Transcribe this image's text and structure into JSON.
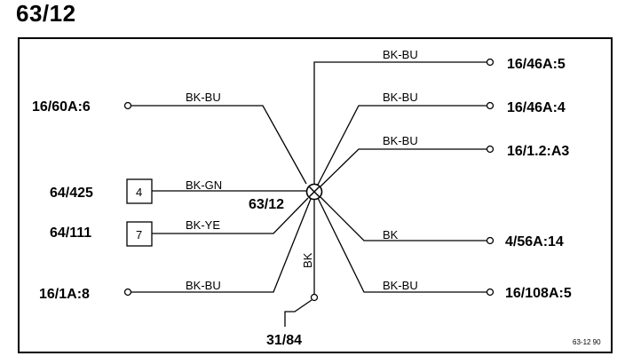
{
  "title": "63/12",
  "splice_label": "63/12",
  "ground_label": "31/84",
  "ground_wire_label": "BK",
  "footer_ref": "63-12  90",
  "left_connectors": [
    {
      "id": "16/60A:6",
      "wire": "BK-BU"
    },
    {
      "id": "64/425",
      "wire": "BK-GN",
      "box": "4"
    },
    {
      "id": "64/111",
      "wire": "BK-YE",
      "box": "7"
    },
    {
      "id": "16/1A:8",
      "wire": "BK-BU"
    }
  ],
  "right_connectors": [
    {
      "id": "16/46A:5",
      "wire": "BK-BU"
    },
    {
      "id": "16/46A:4",
      "wire": "BK-BU"
    },
    {
      "id": "16/1.2:A3",
      "wire": "BK-BU"
    },
    {
      "id": "4/56A:14",
      "wire": "BK"
    },
    {
      "id": "16/108A:5",
      "wire": "BK-BU"
    }
  ]
}
